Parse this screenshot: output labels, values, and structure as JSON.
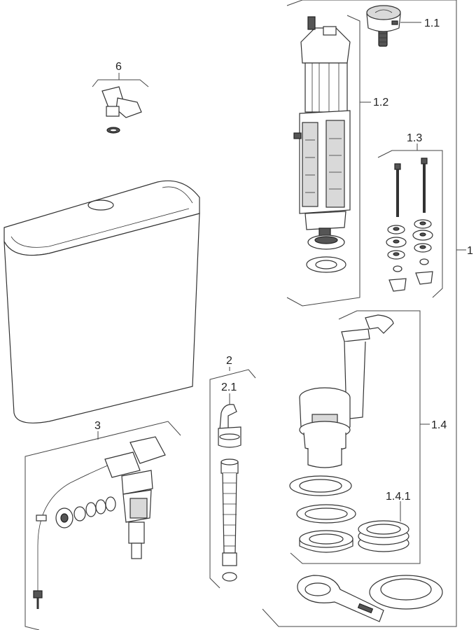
{
  "labels": {
    "l1": "1",
    "l1_1": "1.1",
    "l1_2": "1.2",
    "l1_3": "1.3",
    "l1_4": "1.4",
    "l1_4_1": "1.4.1",
    "l2": "2",
    "l2_1": "2.1",
    "l3": "3",
    "l6": "6"
  }
}
